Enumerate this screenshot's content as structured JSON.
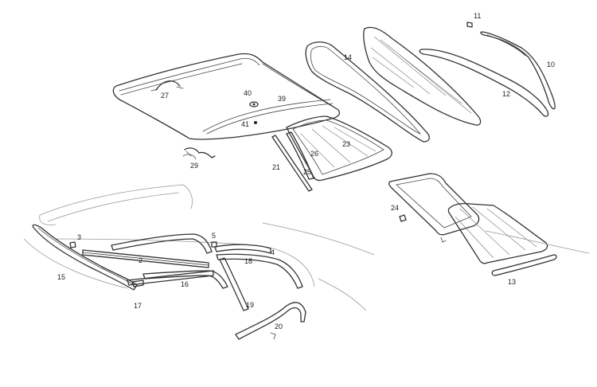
{
  "diagram": {
    "callouts": [
      {
        "id": "c11",
        "text": "11"
      },
      {
        "id": "c10",
        "text": "10"
      },
      {
        "id": "c14",
        "text": "14"
      },
      {
        "id": "c12",
        "text": "12"
      },
      {
        "id": "c27",
        "text": "27"
      },
      {
        "id": "c40",
        "text": "40"
      },
      {
        "id": "c39",
        "text": "39"
      },
      {
        "id": "c41",
        "text": "41"
      },
      {
        "id": "c23",
        "text": "23"
      },
      {
        "id": "c26",
        "text": "26"
      },
      {
        "id": "c29",
        "text": "29"
      },
      {
        "id": "c21",
        "text": "21"
      },
      {
        "id": "c25",
        "text": "25"
      },
      {
        "id": "c24",
        "text": "24"
      },
      {
        "id": "c3",
        "text": "3"
      },
      {
        "id": "c5",
        "text": "5"
      },
      {
        "id": "c4",
        "text": "4"
      },
      {
        "id": "c2",
        "text": "2"
      },
      {
        "id": "c18",
        "text": "18"
      },
      {
        "id": "c15",
        "text": "15"
      },
      {
        "id": "c16",
        "text": "16"
      },
      {
        "id": "c17",
        "text": "17"
      },
      {
        "id": "c19",
        "text": "19"
      },
      {
        "id": "c20",
        "text": "20"
      },
      {
        "id": "c13",
        "text": "13"
      }
    ]
  }
}
